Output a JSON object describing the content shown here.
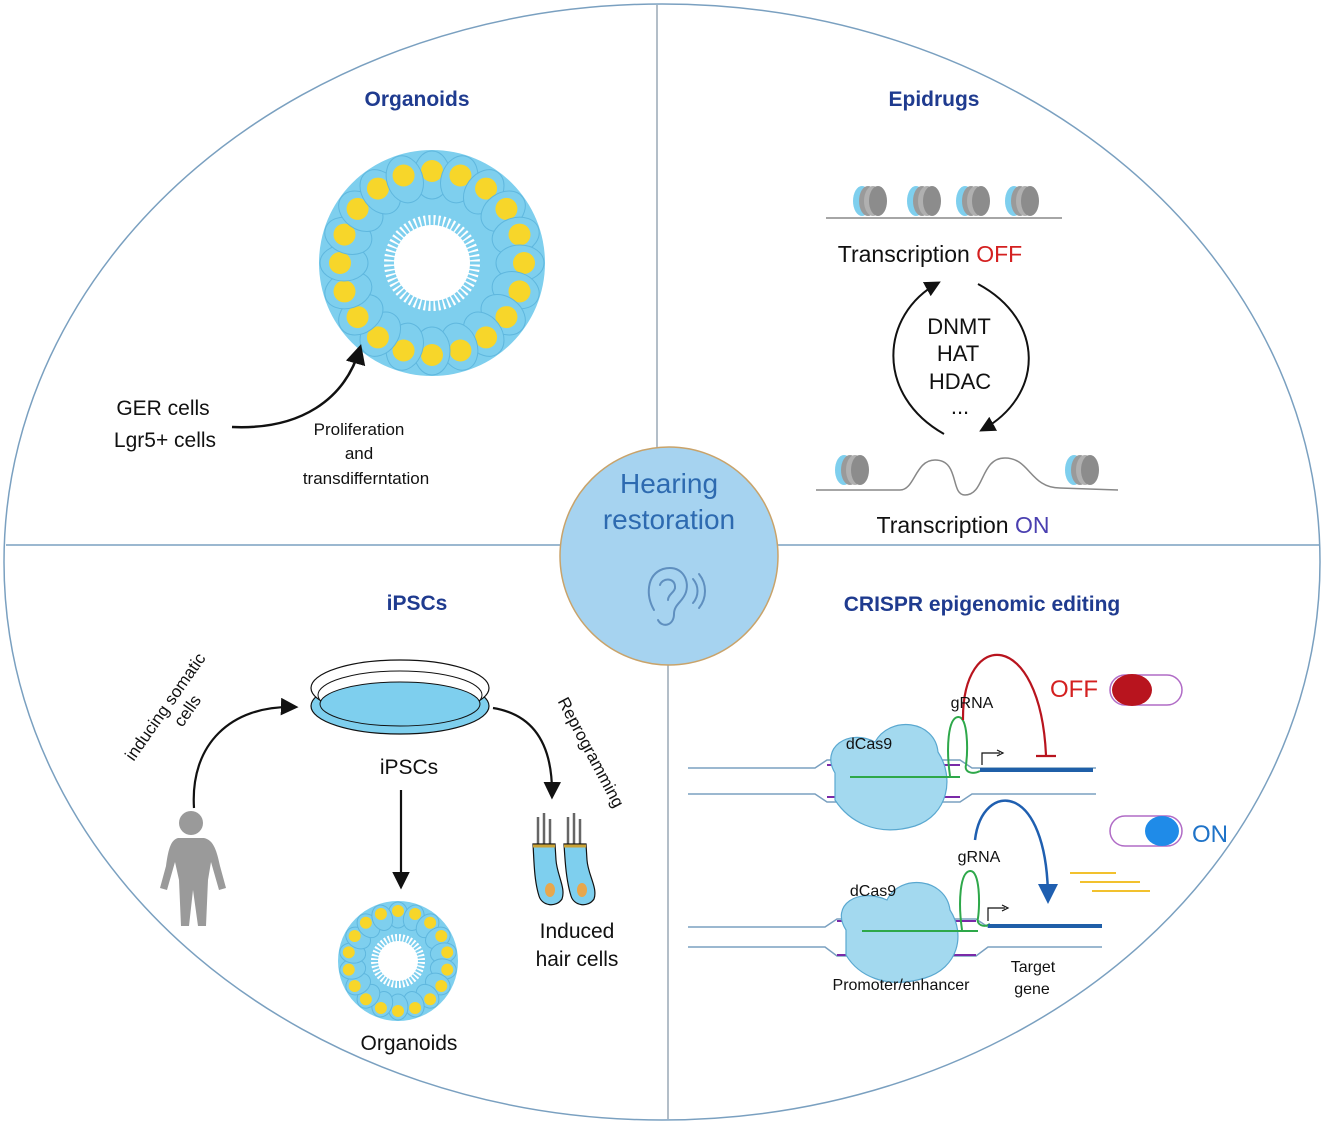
{
  "center": {
    "line1": "Hearing",
    "line2": "restoration",
    "icon": "ear-sound-icon"
  },
  "organoids": {
    "title": "Organoids",
    "source_line1": "GER cells",
    "source_line2": "Lgr5+ cells",
    "process_line1": "Proliferation",
    "process_line2": "and",
    "process_line3": "transdifferntation"
  },
  "epidrugs": {
    "title": "Epidrugs",
    "off_prefix": "Transcription ",
    "off_state": "OFF",
    "on_prefix": "Transcription ",
    "on_state": "ON",
    "enzymes": [
      "DNMT",
      "HAT",
      "HDAC",
      "..."
    ]
  },
  "ipscs": {
    "title": "iPSCs",
    "inducing_line1": "inducing somatic",
    "inducing_line2": "cells",
    "dish_label": "iPSCs",
    "reprogramming": "Reprogramming",
    "hair_line1": "Induced",
    "hair_line2": "hair cells",
    "organoids_label": "Organoids"
  },
  "crispr": {
    "title": "CRISPR epigenomic editing",
    "off_label": "OFF",
    "on_label": "ON",
    "grna_label": "gRNA",
    "dcas9_label": "dCas9",
    "promoter_label": "Promoter/enhancer",
    "target_line1": "Target",
    "target_line2": "gene"
  },
  "colors": {
    "title": "#1f3b8f",
    "off": "#d42020",
    "on_epi": "#4a3fb0",
    "on_crispr": "#1f73c8",
    "cell_blue": "#7ecfee",
    "nucleus": "#f7d62a",
    "divider": "#7aa0c0",
    "center_fill": "#a6d3f0",
    "grna": "#2ea84a",
    "promoter": "#7a2aa8",
    "gene": "#1f5fa8",
    "off_arc": "#b8141e",
    "on_arc": "#1f5fb0"
  }
}
